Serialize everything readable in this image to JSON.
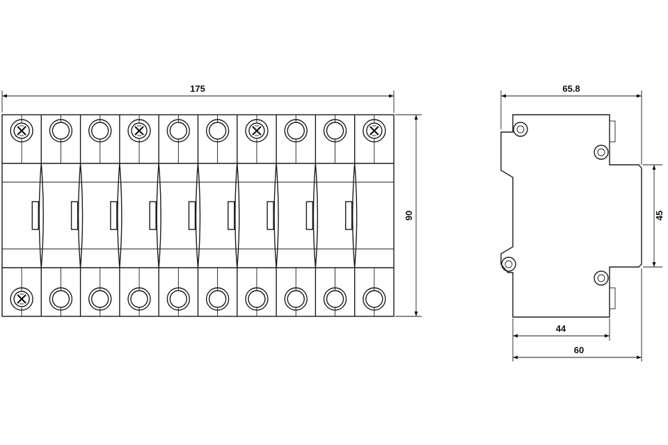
{
  "front_view": {
    "modules": 10,
    "top_terminals": [
      "cross",
      "plain",
      "plain",
      "cross",
      "plain",
      "plain",
      "cross",
      "plain",
      "plain",
      "cross"
    ],
    "bottom_terminals": [
      "cross",
      "plain",
      "plain",
      "plain",
      "plain",
      "plain",
      "plain",
      "plain",
      "plain",
      "plain"
    ]
  },
  "dimensions": {
    "width": "175",
    "height": "90",
    "side_depth": "65.8",
    "rail_height": "45",
    "base_depth_inner": "44",
    "base_depth_outer": "60"
  }
}
